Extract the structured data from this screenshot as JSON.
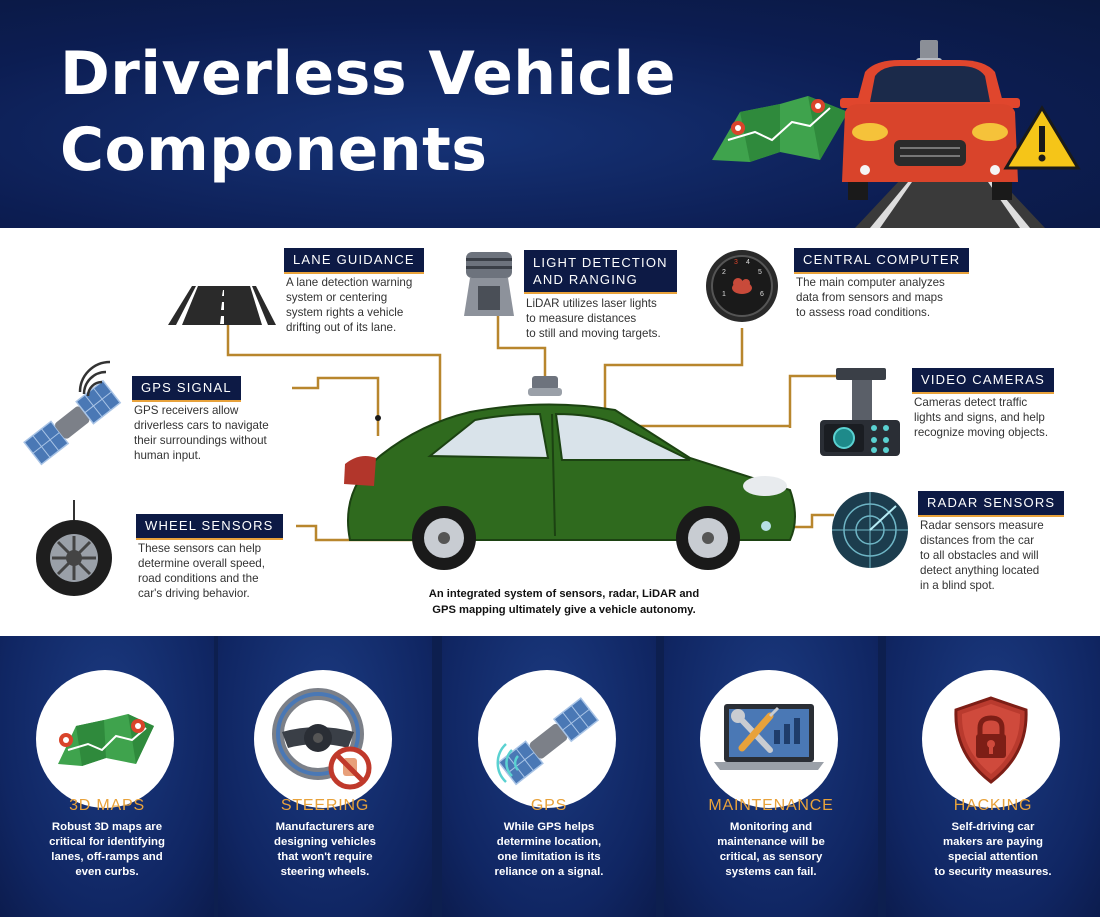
{
  "header": {
    "title_line1": "Driverless Vehicle",
    "title_line2": "Components"
  },
  "components": {
    "lane_guidance": {
      "label": "LANE GUIDANCE",
      "desc_lines": [
        "A lane detection warning",
        "system or centering",
        "system rights a vehicle",
        "drifting out of its lane."
      ]
    },
    "lidar": {
      "label_line1": "LIGHT DETECTION",
      "label_line2": "AND RANGING",
      "desc_lines": [
        "LiDAR utilizes laser lights",
        "to measure distances",
        "to still and moving targets."
      ]
    },
    "central_computer": {
      "label": "CENTRAL COMPUTER",
      "desc_lines": [
        "The main computer analyzes",
        "data from sensors and maps",
        "to assess road conditions."
      ]
    },
    "gps_signal": {
      "label": "GPS SIGNAL",
      "desc_lines": [
        "GPS receivers allow",
        "driverless cars to navigate",
        "their surroundings without",
        "human input."
      ]
    },
    "video_cameras": {
      "label": "VIDEO CAMERAS",
      "desc_lines": [
        "Cameras detect traffic",
        "lights and signs, and help",
        "recognize moving objects."
      ]
    },
    "wheel_sensors": {
      "label": "WHEEL SENSORS",
      "desc_lines": [
        "These sensors can help",
        "determine overall speed,",
        "road conditions and the",
        "car's driving behavior."
      ]
    },
    "radar_sensors": {
      "label": "RADAR SENSORS",
      "desc_lines": [
        "Radar sensors measure",
        "distances from the car",
        "to all obstacles and will",
        "detect anything located",
        "in a blind spot."
      ]
    }
  },
  "caption_lines": [
    "An integrated system of sensors, radar, LiDAR and",
    "GPS mapping ultimately give a vehicle autonomy."
  ],
  "dial_numbers": [
    "1",
    "2",
    "3",
    "4",
    "5",
    "6"
  ],
  "challenges": [
    {
      "title": "3D MAPS",
      "icon": "map-icon",
      "text_lines": [
        "Robust 3D maps are",
        "critical for identifying",
        "lanes, off-ramps and",
        "even curbs."
      ]
    },
    {
      "title": "STEERING",
      "icon": "steering-wheel-icon",
      "text_lines": [
        "Manufacturers are",
        "designing vehicles",
        "that won't require",
        "steering wheels."
      ]
    },
    {
      "title": "GPS",
      "icon": "satellite-icon",
      "text_lines": [
        "While GPS helps",
        "determine location,",
        "one limitation is its",
        "reliance on a signal."
      ]
    },
    {
      "title": "MAINTENANCE",
      "icon": "laptop-tools-icon",
      "text_lines": [
        "Monitoring and",
        "maintenance will be",
        "critical, as sensory",
        "systems can fail."
      ]
    },
    {
      "title": "HACKING",
      "icon": "shield-lock-icon",
      "text_lines": [
        "Self-driving car",
        "makers are paying",
        "special attention",
        "to security measures."
      ]
    }
  ],
  "colors": {
    "navy": "#0d1f4f",
    "accent": "#e8a23b",
    "car_green": "#2f6a1e",
    "car_red": "#d9442b",
    "map_green": "#3fa34d"
  }
}
